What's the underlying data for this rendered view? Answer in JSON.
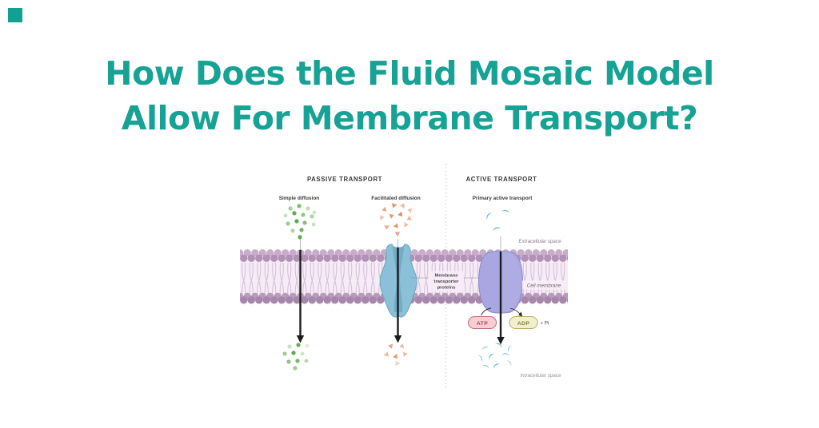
{
  "page": {
    "heading_line1": "How Does the Fluid Mosaic Model",
    "heading_line2": "Allow For Membrane Transport?"
  },
  "figure": {
    "passive_title": "PASSIVE TRANSPORT",
    "active_title": "ACTIVE TRANSPORT",
    "simple_diffusion_label": "Simple diffusion",
    "facilitated_diffusion_label": "Facilitated diffusion",
    "primary_active_transport_label": "Primary active transport",
    "extracellular_label": "Extracellular space",
    "cell_membrane_label": "Cell membrane",
    "intracellular_label": "Intracellular space",
    "transporter_caption_line1": "Membrane",
    "transporter_caption_line2": "transporter",
    "transporter_caption_line3": "proteins",
    "atp_label": "ATP",
    "adp_label": "ADP",
    "pi_label": "+ Pi"
  },
  "colors": {
    "heading_teal": "#16a294",
    "corner_square": "#12a093",
    "lipid_head_front_top": "#b191b6",
    "lipid_head_back_top": "#c8adcb",
    "lipid_head_back_bottom": "#b89bbc",
    "lipid_head_front_bottom": "#a687ab",
    "lipid_tail_bg": "#f6ecf6",
    "lipid_tail_stroke": "#d8c0d9",
    "channel_protein": "#8ac0d8",
    "channel_protein_inner": "#5e9bb9",
    "channel_protein_edge": "#69a7c2",
    "pump_protein": "#a9a7e1",
    "pump_protein_edge": "#8d8acd",
    "green_solute": "#5fa84c",
    "orange_solute": "#e08a5e",
    "blue_solute": "#5fb4dc",
    "atp_fill": "#f7cdd1",
    "atp_border": "#c06a78",
    "atp_text": "#a04b58",
    "adp_fill": "#f2efcd",
    "adp_border": "#b3ac68",
    "adp_text": "#837c3e",
    "arrow": "#1c1c1c",
    "section_text": "#3a3a3a",
    "space_label": "#857a87"
  }
}
